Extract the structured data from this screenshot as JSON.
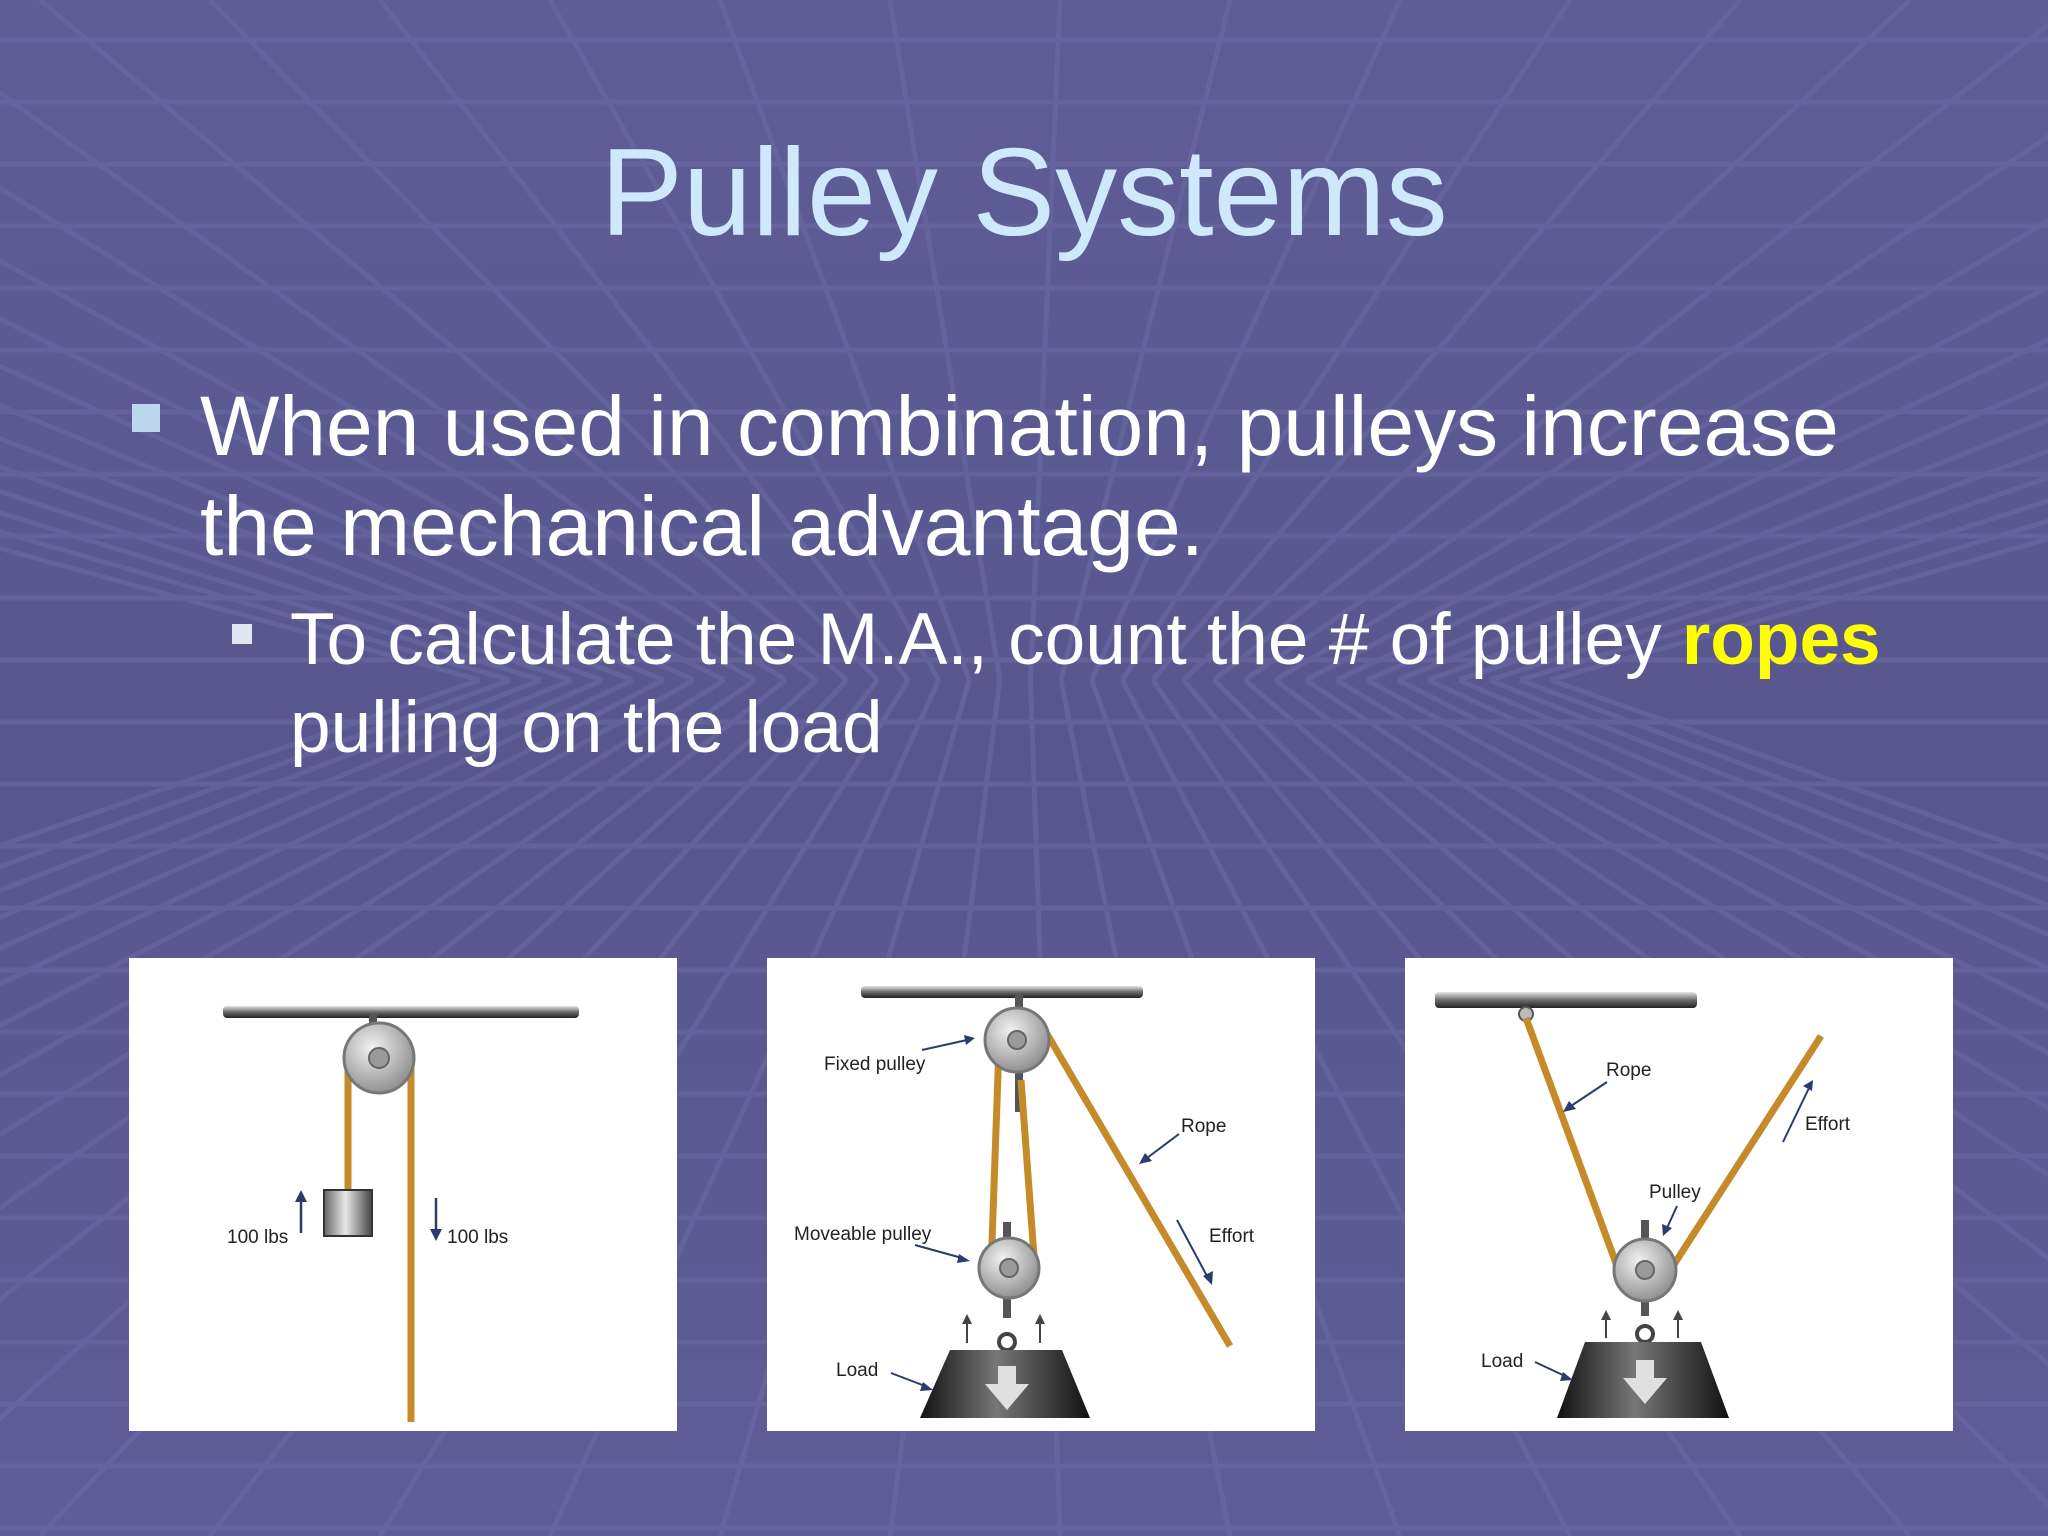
{
  "slide": {
    "title": "Pulley Systems",
    "bullet_main": "When used in combination, pulleys increase the mechanical advantage.",
    "bullet_sub": {
      "lead": "To calculate the M.A., count the # of pulley ",
      "highlight": "ropes",
      "tail": " pulling on the load"
    }
  },
  "colors": {
    "background": "#5a5890",
    "title": "#cfe8fb",
    "text": "#ffffff",
    "highlight": "#ffff00",
    "rope": "#c58a2a"
  },
  "diagrams": [
    {
      "name": "single-fixed-pulley",
      "labels": {
        "force_left": "100 lbs",
        "force_right": "100 lbs"
      }
    },
    {
      "name": "fixed-and-moveable-pulley",
      "labels": {
        "fixed_pulley": "Fixed pulley",
        "rope": "Rope",
        "moveable_pulley": "Moveable pulley",
        "effort": "Effort",
        "load": "Load"
      }
    },
    {
      "name": "single-moveable-pulley",
      "labels": {
        "rope": "Rope",
        "effort": "Effort",
        "pulley": "Pulley",
        "load": "Load"
      }
    }
  ]
}
